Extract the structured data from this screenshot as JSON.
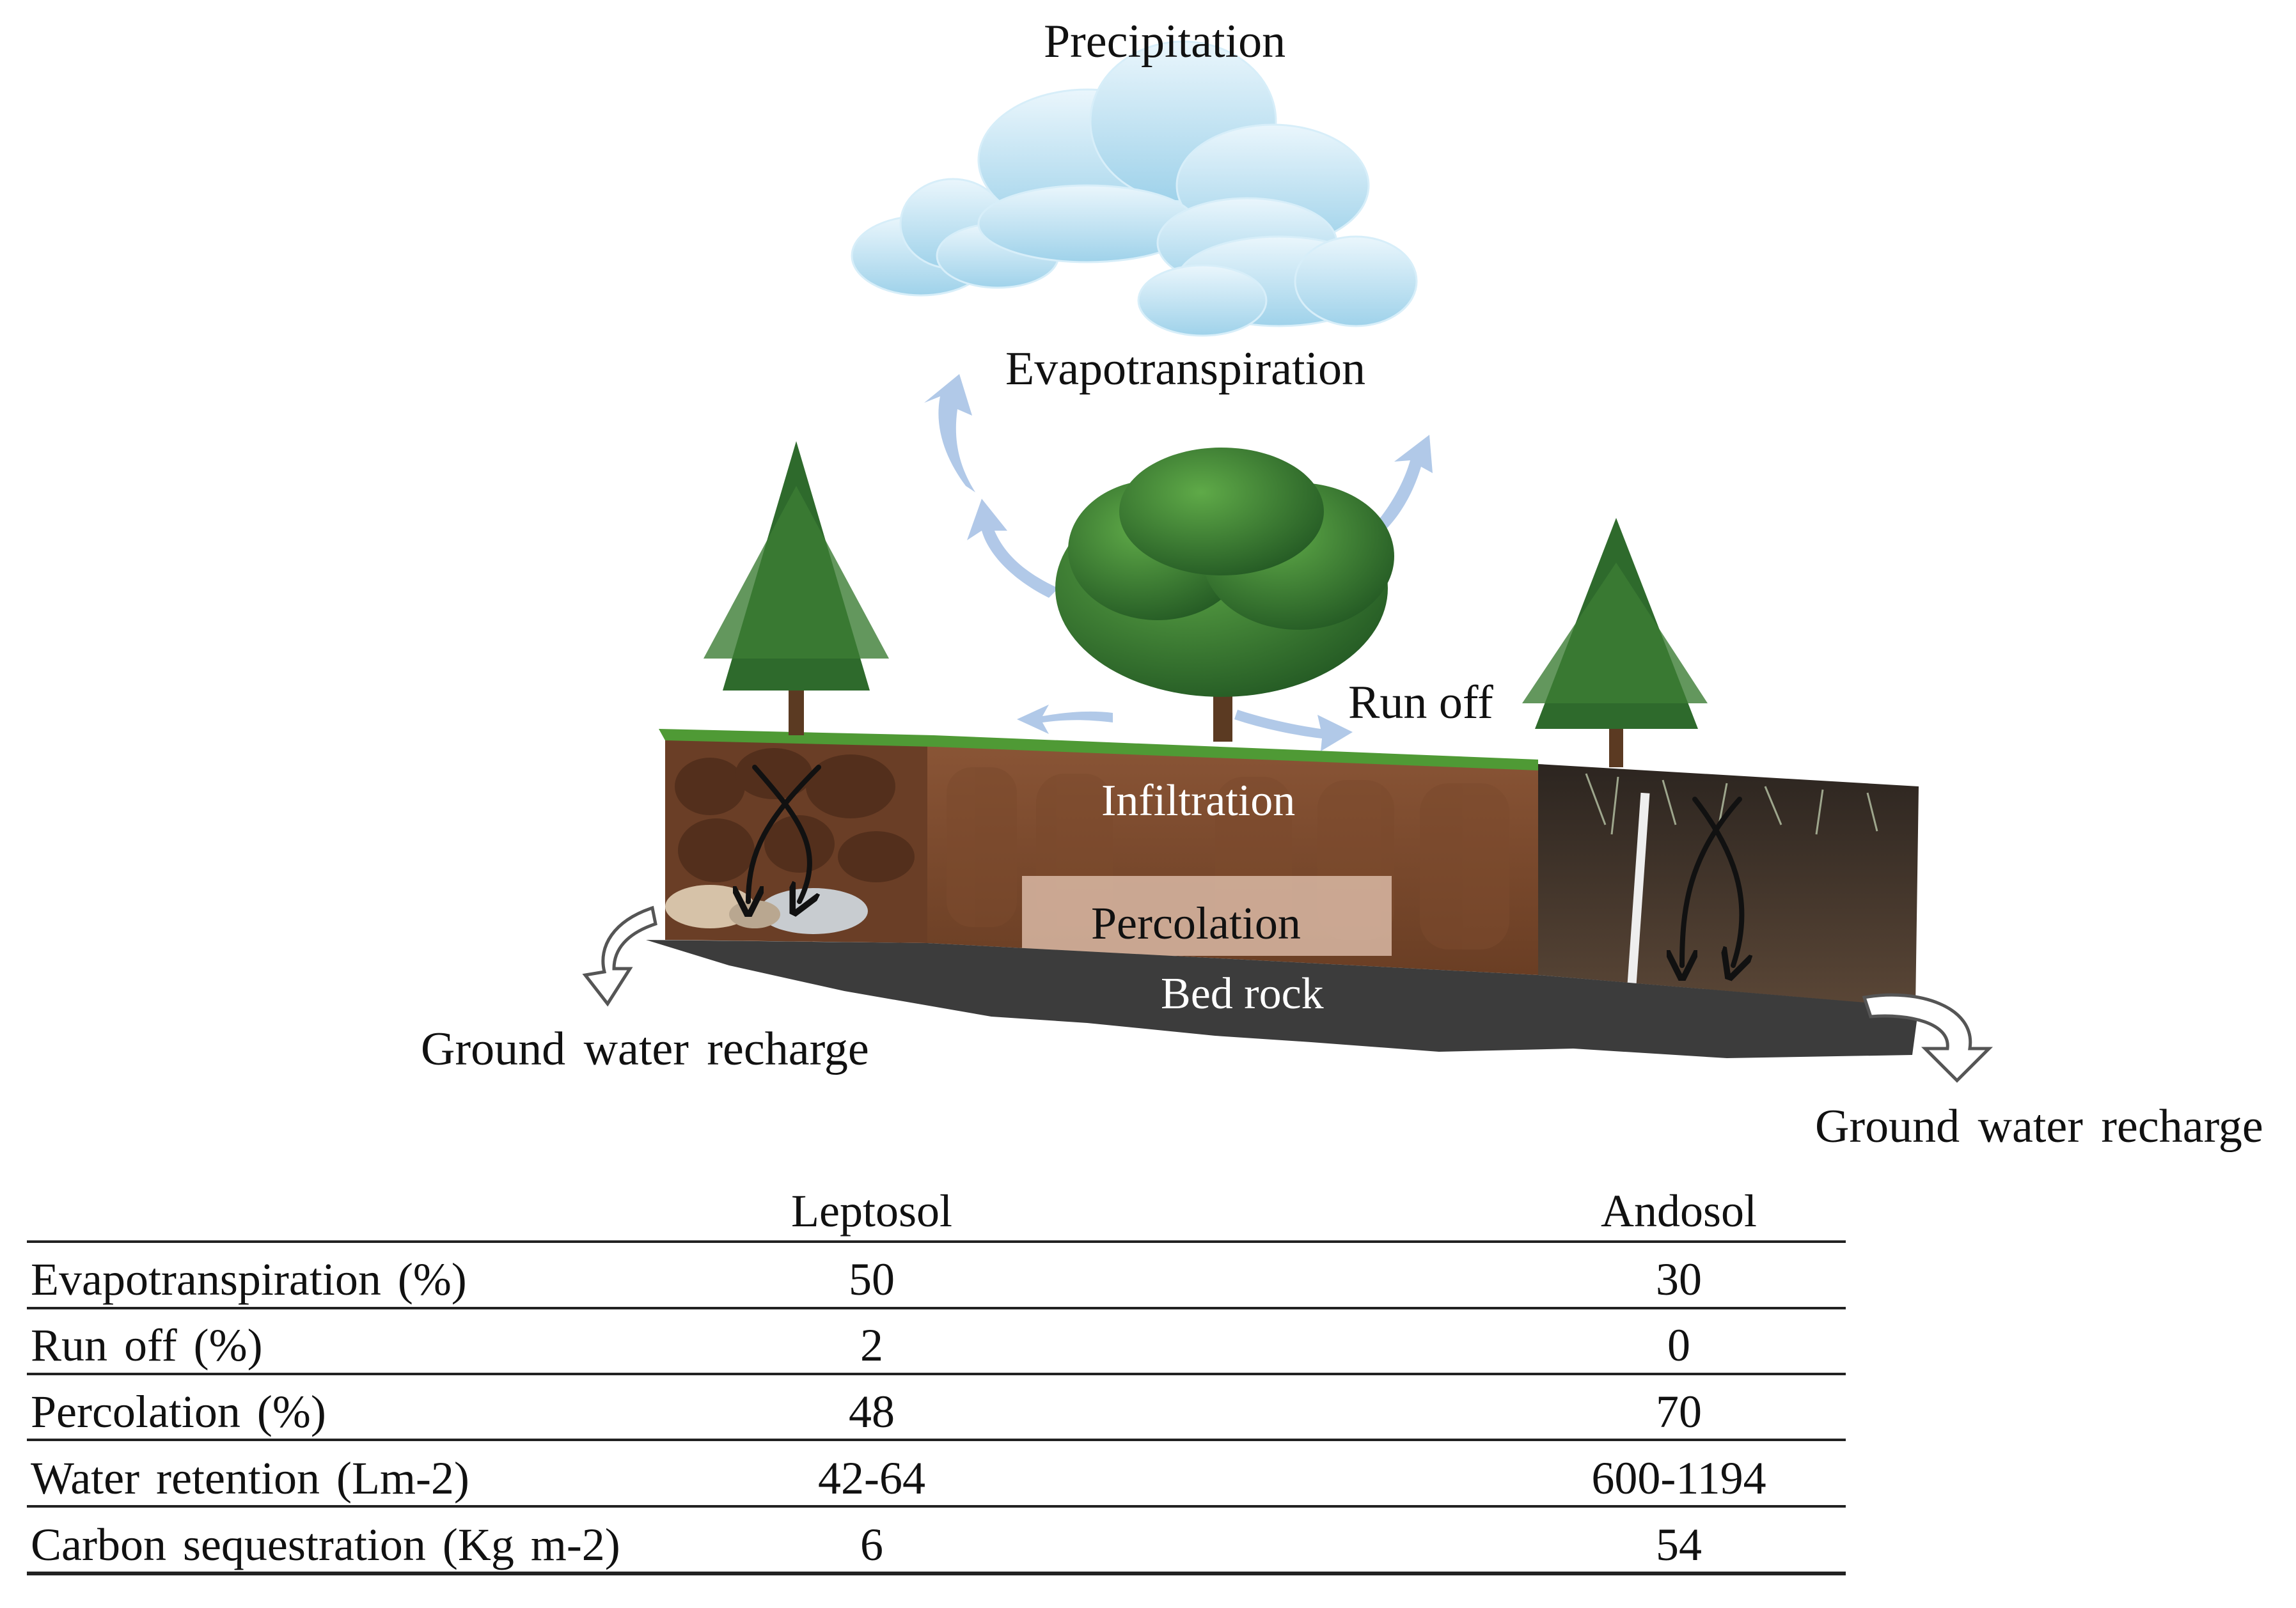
{
  "diagram": {
    "precipitation": "Precipitation",
    "evapotranspiration": "Evapotranspiration",
    "run_off": "Run off",
    "infiltration": "Infiltration",
    "percolation": "Percolation",
    "bed_rock": "Bed rock",
    "groundwater_left": "Ground water recharge",
    "groundwater_right": "Ground water recharge"
  },
  "table": {
    "columns": [
      "Leptosol",
      "Andosol"
    ],
    "rows": [
      {
        "label": "Evapotranspiration (%)",
        "leptosol": "50",
        "andosol": "30"
      },
      {
        "label": "Run off (%)",
        "leptosol": "2",
        "andosol": "0"
      },
      {
        "label": "Percolation (%)",
        "leptosol": "48",
        "andosol": "70"
      },
      {
        "label": "Water retention (Lm-2)",
        "leptosol": "42-64",
        "andosol": "600-1194"
      },
      {
        "label": "Carbon sequestration (Kg m-2)",
        "leptosol": "6",
        "andosol": "54"
      }
    ]
  },
  "colors": {
    "cloud": "#c9e6f4",
    "arrow": "#a9c3e6",
    "soil_leptosol": "#7a4a2e",
    "soil_andosol": "#3d3128",
    "bedrock": "#3e3e3e",
    "grass": "#4f9a35",
    "tree": "#2f6b2c"
  },
  "icons": [
    "cloud-icon",
    "pine-tree-icon",
    "oak-tree-icon",
    "evaporation-arrow-icon",
    "downflow-arrow-icon",
    "recharge-arrow-icon"
  ]
}
